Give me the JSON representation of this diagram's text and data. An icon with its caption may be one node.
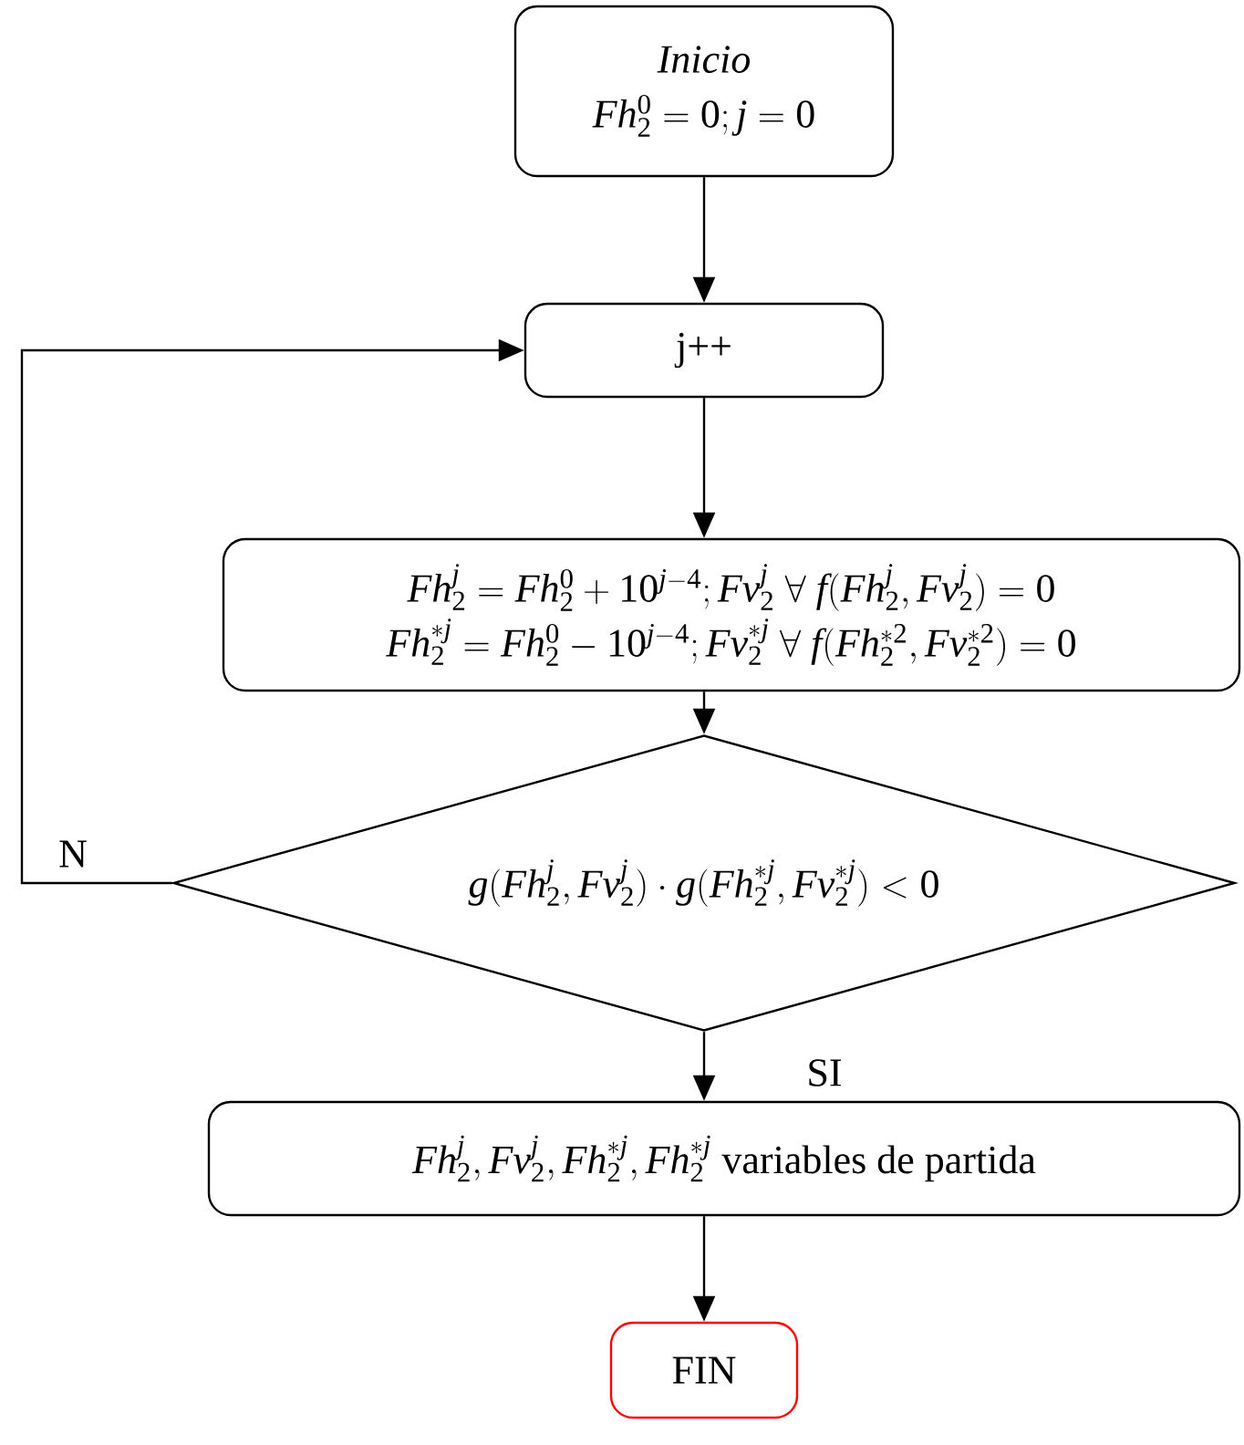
{
  "diagram": {
    "nodes": [
      {
        "text": [
          "Inicio",
          "Fh_2^0 = 0; j = 0"
        ]
      },
      {
        "text": [
          "j++"
        ]
      },
      {
        "text": [
          "Fh_2^j = Fh_2^0 + 10^{j-4}; Fv_2^j \\ \\forall\\ f(Fh_2^j, Fv_2^j) = 0",
          "Fh_2^{*j} = Fh_2^0 - 10^{j-4}; Fv_2^{*j} \\ \\forall\\ f(Fh_2^{*2}, Fv_2^{*2}) = 0"
        ]
      },
      {
        "text": [
          "g(Fh_2^j, Fv_2^j) \\cdot g(Fh_2^{*j}, Fv_2^{*j}) < 0"
        ]
      },
      {
        "text": [
          "Fh_2^j, Fv_2^j, Fh_2^{*j}, Fh_2^{*j}",
          "variables de partida"
        ]
      },
      {
        "text": [
          "FIN"
        ]
      }
    ],
    "edges": [
      {
        "from": 0,
        "to": 1,
        "arrow": "to"
      },
      {
        "from": 1,
        "to": 2,
        "arrow": "to"
      },
      {
        "from": 2,
        "to": 3,
        "arrow": "to"
      },
      {
        "from": 3,
        "to": 4,
        "arrow": "to",
        "label": "SI"
      },
      {
        "from": 4,
        "to": 5,
        "arrow": "to"
      },
      {
        "from": 3,
        "to": 1,
        "arrow": "to",
        "label": "N"
      }
    ]
  }
}
